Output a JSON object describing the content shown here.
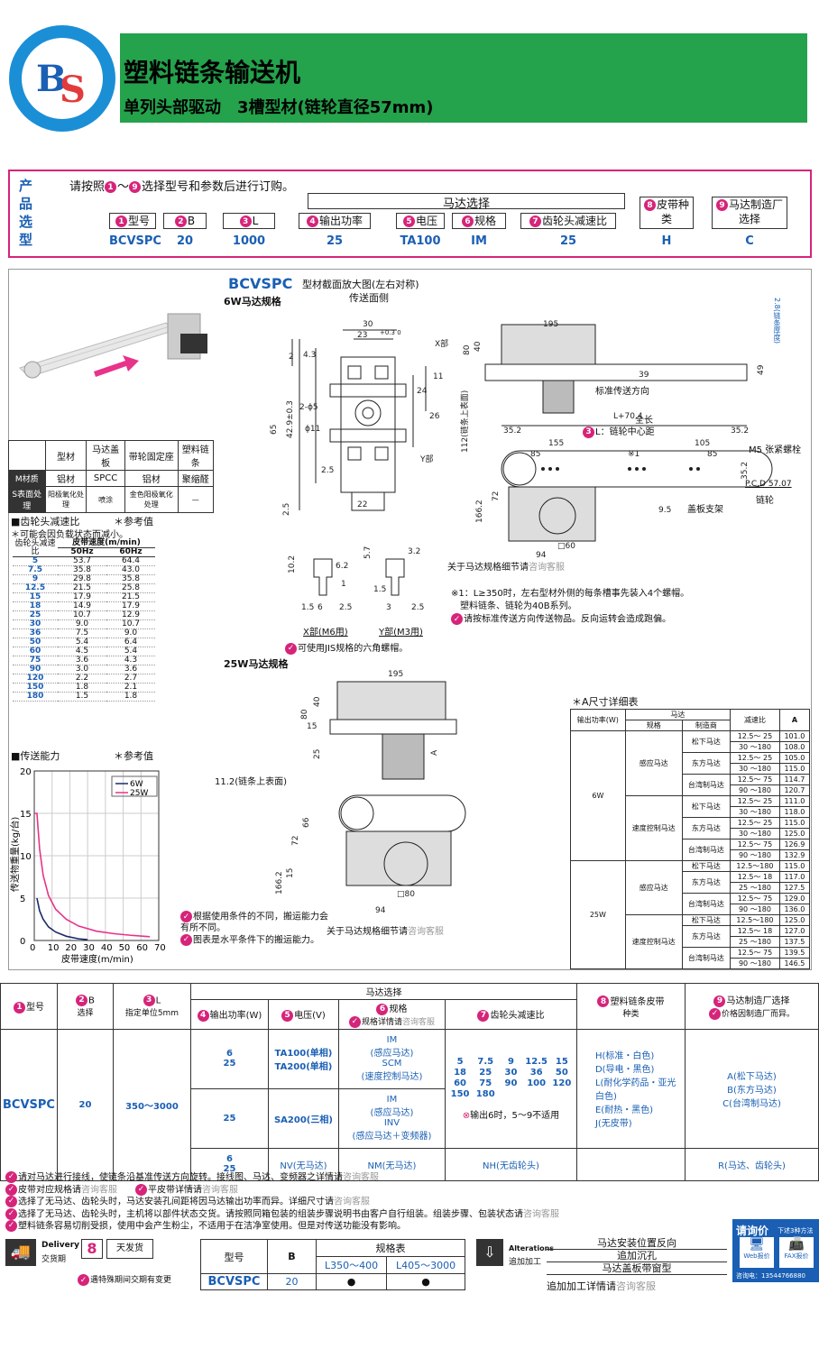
{
  "header": {
    "title": "塑料链条输送机",
    "subtitle": "单列头部驱动　3槽型材(链轮直径57mm)"
  },
  "order": {
    "side": "产品选型",
    "intro": "请按照",
    "range_a": "1",
    "range_sep": "～",
    "range_b": "9",
    "intro_rest": "选择型号和参数后进行订购。",
    "motor_group": "马达选择",
    "fields": [
      {
        "n": "1",
        "label": "型号",
        "value": "BCVSPC"
      },
      {
        "n": "2",
        "label": "B",
        "value": "20"
      },
      {
        "n": "3",
        "label": "L",
        "value": "1000"
      },
      {
        "n": "4",
        "label": "输出功率",
        "value": "25"
      },
      {
        "n": "5",
        "label": "电压",
        "value": "TA100"
      },
      {
        "n": "6",
        "label": "规格",
        "value": "IM"
      },
      {
        "n": "7",
        "label": "齿轮头减速比",
        "value": "25"
      },
      {
        "n": "8",
        "label": "皮带种类",
        "value": "H"
      },
      {
        "n": "9",
        "label": "马达制造厂选择",
        "value": "C"
      }
    ]
  },
  "drawing": {
    "model": "BCVSPC",
    "section_title": "型材截面放大图(左右对称)",
    "w6": "6W马达规格",
    "w25": "25W马达规格",
    "side_view": "传送面侧",
    "xpart": "X部(M6用)",
    "ypart": "Y部(M3用)",
    "hex_note": "可使用JIS规格的六角螺帽。",
    "dir": "标准传送方向",
    "total": "全长",
    "center": "L：链轮中心距",
    "tension": "M5 张紧螺栓",
    "chain": "链轮",
    "cover": "盖板支架",
    "motor_ref": "关于马达规格细节请",
    "consult": "咨询客服",
    "note1": "※1：L≥350时，左右型材外侧的每条槽事先装入4个螺帽。",
    "note2": "塑料链条、链轮为40B系列。",
    "note3": "请按标准传送方向传送物品。反向运转会造成跑偏。",
    "chain_top": "11.2(链条上表面)",
    "pcd": "P.C.D 57.07",
    "slot": "2-ϕ5",
    "phi": "ϕ11",
    "belt_thick": "2.8(链条厚度)"
  },
  "material": {
    "headers": [
      "",
      "型材",
      "马达盖板",
      "带轮固定座",
      "塑料链条"
    ],
    "rows": [
      [
        "M材质",
        "铝材",
        "SPCC",
        "铝材",
        "聚缩醛"
      ],
      [
        "S表面处理",
        "阳极氧化处理",
        "喷涂",
        "金色阳极氧化处理",
        "—"
      ]
    ]
  },
  "speed": {
    "title": "■齿轮头减速比",
    "ref": "＊参考值",
    "note": "＊可能会因负载状态而减小。",
    "headers": [
      "齿轮头减速比",
      "皮带速度(m/min)"
    ],
    "sub": [
      "50Hz",
      "60Hz"
    ],
    "rows": [
      [
        "5",
        "53.7",
        "64.4"
      ],
      [
        "7.5",
        "35.8",
        "43.0"
      ],
      [
        "9",
        "29.8",
        "35.8"
      ],
      [
        "12.5",
        "21.5",
        "25.8"
      ],
      [
        "15",
        "17.9",
        "21.5"
      ],
      [
        "18",
        "14.9",
        "17.9"
      ],
      [
        "25",
        "10.7",
        "12.9"
      ],
      [
        "30",
        "9.0",
        "10.7"
      ],
      [
        "36",
        "7.5",
        "9.0"
      ],
      [
        "50",
        "5.4",
        "6.4"
      ],
      [
        "60",
        "4.5",
        "5.4"
      ],
      [
        "75",
        "3.6",
        "4.3"
      ],
      [
        "90",
        "3.0",
        "3.6"
      ],
      [
        "120",
        "2.2",
        "2.7"
      ],
      [
        "150",
        "1.8",
        "2.1"
      ],
      [
        "180",
        "1.5",
        "1.8"
      ]
    ]
  },
  "chart_data": {
    "type": "line",
    "title": "■传送能力",
    "ref": "＊参考值",
    "xlabel": "皮带速度(m/min)",
    "ylabel": "传送物重量(kg/台)",
    "xlim": [
      0,
      70
    ],
    "ylim": [
      0,
      20
    ],
    "xticks": [
      "0",
      "10",
      "20",
      "30",
      "40",
      "50",
      "60",
      "70"
    ],
    "yticks": [
      "0",
      "5",
      "10",
      "15",
      "20"
    ],
    "series": [
      {
        "name": "6W",
        "color": "#1a2b6b",
        "x": [
          1.5,
          3,
          5,
          8,
          12,
          18,
          25,
          30
        ],
        "y": [
          5,
          3.5,
          2.5,
          1.6,
          1,
          0.5,
          0.2,
          0.1
        ]
      },
      {
        "name": "25W",
        "color": "#e8338a",
        "x": [
          0,
          1.5,
          3,
          5,
          8,
          12,
          18,
          25,
          35,
          45,
          55,
          65
        ],
        "y": [
          15,
          15,
          10.8,
          7.7,
          5.3,
          3.7,
          2.5,
          1.7,
          1.1,
          0.8,
          0.6,
          0.45
        ]
      }
    ]
  },
  "capacity_notes": [
    "根据使用条件的不同，搬运能力会有所不同。",
    "图表是水平条件下的搬运能力。"
  ],
  "atable": {
    "title": "＊A尺寸详细表",
    "h": [
      "输出功率(W)",
      "马达",
      "规格",
      "制造商",
      "减速比",
      "A"
    ],
    "groups": [
      {
        "w": "6W",
        "specs": [
          {
            "spec": "感应马达",
            "makers": [
              {
                "m": "松下马达",
                "r": [
                  [
                    "12.5～ 25",
                    "101.0"
                  ],
                  [
                    "30 ～180",
                    "108.0"
                  ]
                ]
              },
              {
                "m": "东方马达",
                "r": [
                  [
                    "12.5～ 25",
                    "105.0"
                  ],
                  [
                    "30 ～180",
                    "115.0"
                  ]
                ]
              },
              {
                "m": "台湾制马达",
                "r": [
                  [
                    "12.5～ 75",
                    "114.7"
                  ],
                  [
                    "90 ～180",
                    "120.7"
                  ]
                ]
              }
            ]
          },
          {
            "spec": "速度控制马达",
            "makers": [
              {
                "m": "松下马达",
                "r": [
                  [
                    "12.5～ 25",
                    "111.0"
                  ],
                  [
                    "30 ～180",
                    "118.0"
                  ]
                ]
              },
              {
                "m": "东方马达",
                "r": [
                  [
                    "12.5～ 25",
                    "115.0"
                  ],
                  [
                    "30 ～180",
                    "125.0"
                  ]
                ]
              },
              {
                "m": "台湾制马达",
                "r": [
                  [
                    "12.5～ 75",
                    "126.9"
                  ],
                  [
                    "90 ～180",
                    "132.9"
                  ]
                ]
              }
            ]
          }
        ]
      },
      {
        "w": "25W",
        "specs": [
          {
            "spec": "感应马达",
            "makers": [
              {
                "m": "松下马达",
                "r": [
                  [
                    "12.5～180",
                    "115.0"
                  ]
                ]
              },
              {
                "m": "东方马达",
                "r": [
                  [
                    "12.5～ 18",
                    "117.0"
                  ],
                  [
                    "25 ～180",
                    "127.5"
                  ]
                ]
              },
              {
                "m": "台湾制马达",
                "r": [
                  [
                    "12.5～ 75",
                    "129.0"
                  ],
                  [
                    "90 ～180",
                    "136.0"
                  ]
                ]
              }
            ]
          },
          {
            "spec": "速度控制马达",
            "makers": [
              {
                "m": "松下马达",
                "r": [
                  [
                    "12.5～180",
                    "125.0"
                  ]
                ]
              },
              {
                "m": "东方马达",
                "r": [
                  [
                    "12.5～ 18",
                    "127.0"
                  ],
                  [
                    "25 ～180",
                    "137.5"
                  ]
                ]
              },
              {
                "m": "台湾制马达",
                "r": [
                  [
                    "12.5～ 75",
                    "139.5"
                  ],
                  [
                    "90 ～180",
                    "146.5"
                  ]
                ]
              }
            ]
          }
        ]
      }
    ]
  },
  "spec": {
    "h1": "型号",
    "h2": "B",
    "h2b": "选择",
    "h3": "L",
    "h3b": "指定单位5mm",
    "motor": "马达选择",
    "h4": "输出功率(W)",
    "h5": "电压(V)",
    "h6": "规格",
    "h6b": "规格详情请",
    "h7": "齿轮头减速比",
    "h8": "塑料链条皮带",
    "h8b": "种类",
    "h9": "马达制造厂选择",
    "h9b": "价格因制造厂而异。",
    "model": "BCVSPC",
    "b": "20",
    "l": "350～3000",
    "r1": {
      "w": "6\n25",
      "v": "TA100(单相)\nTA200(单相)",
      "s": "IM\n(感应马达)\nSCM\n(速度控制马达)"
    },
    "r2": {
      "w": "25",
      "v": "SA200(三相)",
      "s": "IM\n(感应马达)\nINV\n(感应马达＋变频器)"
    },
    "r3": {
      "w": "6\n25",
      "v": "NV(无马达)",
      "s": "NM(无马达)",
      "g": "NH(无齿轮头)",
      "m": "R(马达、齿轮头)"
    },
    "ratios": [
      "5",
      "7.5",
      "9",
      "12.5",
      "15",
      "18",
      "25",
      "30",
      "36",
      "50",
      "60",
      "75",
      "90",
      "100",
      "120",
      "150",
      "180"
    ],
    "ratio_note": "输出6时，5～9不适用",
    "belts": [
      "H(标准・白色)",
      "D(导电・黑色)",
      "L(耐化学药品・亚光白色)",
      "E(耐热・黑色)",
      "J(无皮带)"
    ],
    "makers": [
      "A(松下马达)",
      "B(东方马达)",
      "C(台湾制马达)"
    ]
  },
  "footnotes": [
    "请对马达进行接线，使链条沿基准传送方向旋转。接线图、马达、变频器之详情请",
    "皮带对应规格请",
    "平皮带详情请",
    "选择了无马达、齿轮头时，马达安装孔间距将因马达输出功率而异。详细尺寸请",
    "选择了无马达、齿轮头时，主机将以部件状态交货。请按照同箱包装的组装步骤说明书由客户自行组装。组装步骤、包装状态请",
    "塑料链条容易切削受损，使用中会产生粉尘，不适用于在洁净室使用。但是对传送功能没有影响。"
  ],
  "delivery": {
    "label": "Delivery",
    "label_cn": "交货期",
    "days": "8",
    "unit": "天发货",
    "note": "遇特殊期间交期有变更",
    "h_model": "型号",
    "h_b": "B",
    "h_spec": "规格表",
    "c1": "L350～400",
    "c2": "L405～3000",
    "model": "BCVSPC",
    "b": "20",
    "dot": "●"
  },
  "alter": {
    "label": "Alterations",
    "label_cn": "追加加工",
    "items": [
      "马达安装位置反向",
      "追加沉孔",
      "马达盖板带窗型"
    ],
    "note": "追加加工详情请"
  },
  "inquiry": {
    "title": "请询价",
    "sub": "下述3种方法",
    "web": "Web报价",
    "fax": "FAX报价",
    "tel": "咨询电：13544766880"
  }
}
